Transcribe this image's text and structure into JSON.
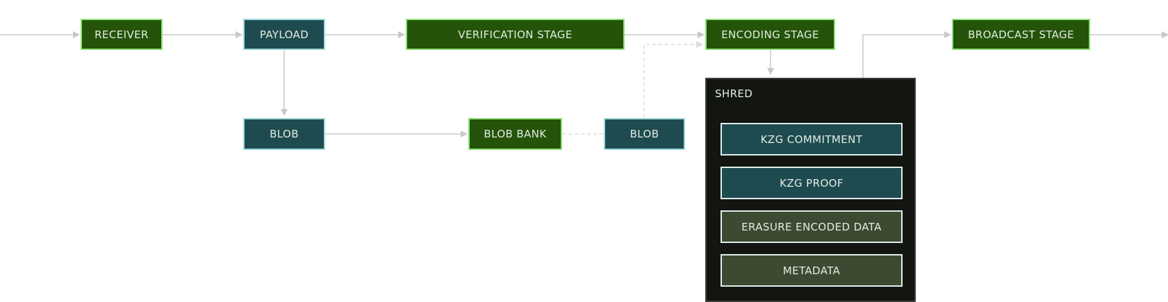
{
  "nodes": {
    "receiver": "RECEIVER",
    "payload": "PAYLOAD",
    "verification": "VERIFICATION STAGE",
    "encoding": "ENCODING STAGE",
    "broadcast": "BROADCAST STAGE",
    "blob_left": "BLOB",
    "blob_bank": "BLOB BANK",
    "blob_right": "BLOB"
  },
  "shred": {
    "title": "SHRED",
    "items": [
      "KZG COMMITMENT",
      "KZG PROOF",
      "ERASURE ENCODED DATA",
      "METADATA"
    ]
  },
  "colors": {
    "stage_fill": "#245309",
    "stage_border": "#8fe07a",
    "data_fill": "#1e4b4f",
    "data_border": "#9fd9dc",
    "container_fill": "#121510",
    "inner_olive_fill": "#3c4a32",
    "connector": "#c8c8c8"
  }
}
